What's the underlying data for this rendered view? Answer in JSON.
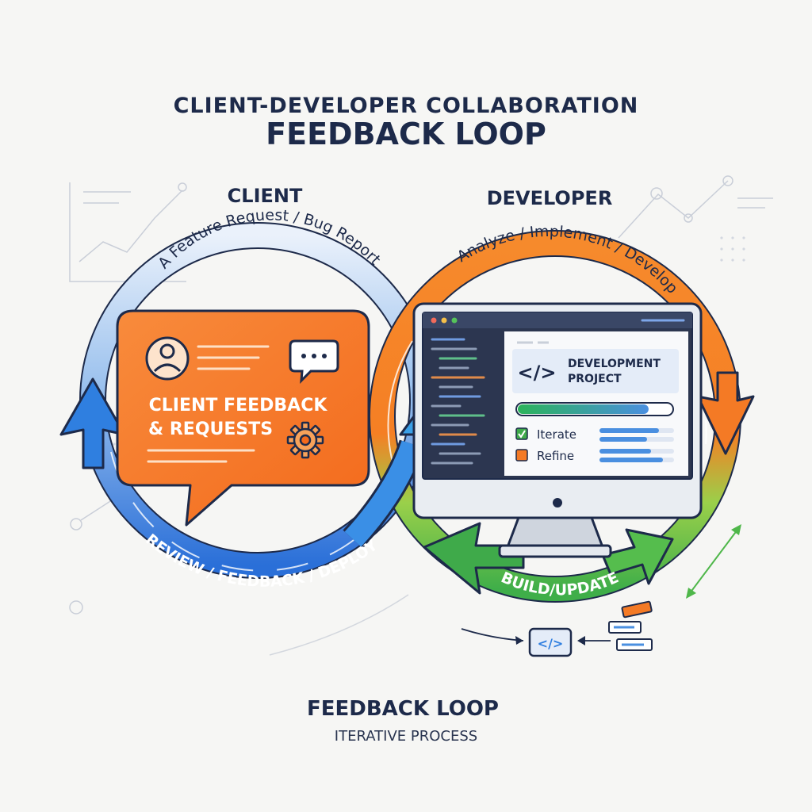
{
  "title": {
    "line1": "CLIENT-DEVELOPER COLLABORATION",
    "line2": "FEEDBACK LOOP"
  },
  "client": {
    "heading": "CLIENT",
    "arc_label": "A Feature Request / Bug Report",
    "card_title_line1": "CLIENT FEEDBACK",
    "card_title_line2": "& REQUESTS"
  },
  "developer": {
    "heading": "DEVELOPER",
    "arc_label": "Analyze / Implement / Develop",
    "project_line1": "DEVELOPMENT",
    "project_line2": "PROJECT",
    "project_code_symbol": "</>",
    "progress": 0.85,
    "task_1": "Iterate",
    "task_2": "Refine",
    "badge_code_symbol": "</>"
  },
  "loop": {
    "bottom_left_label": "REVIEW / FEEDBACK / DEPLOY",
    "bottom_right_label": "BUILD/UPDATE"
  },
  "footer": {
    "title": "FEEDBACK LOOP",
    "subtitle": "ITERATIVE PROCESS"
  },
  "colors": {
    "orange": "#f47a25",
    "blue": "#2f7fe0",
    "green": "#4fb74a",
    "navy": "#1d2a4a",
    "screen_dark": "#2c3650"
  },
  "icons": [
    "user-avatar-icon",
    "chat-bubble-icon",
    "gear-icon",
    "code-icon",
    "checkbox-icon",
    "line-chart-icon"
  ]
}
